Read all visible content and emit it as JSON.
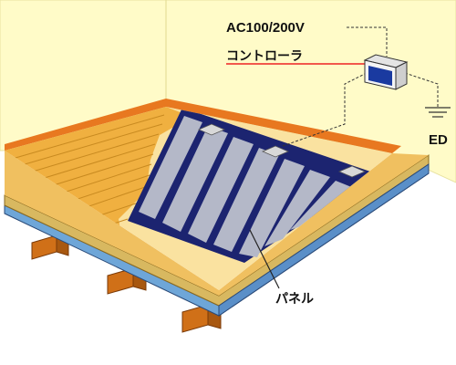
{
  "labels": {
    "power_supply": "AC100/200V",
    "controller": "コントローラ",
    "earth": "ED",
    "panel": "パネル"
  },
  "colors": {
    "background": "#ffffff",
    "wall": "#fffbc8",
    "wall_edge": "#e8e2a0",
    "baseboard": "#e87820",
    "flooring": "#f0b040",
    "flooring_lines": "#c88a20",
    "underlay": "#fae2a0",
    "insulation": "#d8b860",
    "base_board": "#6ea6d8",
    "joist": "#d07018",
    "panel_frame": "#1c2470",
    "heating_strip": "#b4b8c8",
    "terminal": "#d8d8d8",
    "controller_body": "#f4f4f4",
    "controller_screen": "#1a3aa0",
    "power_line": "#ee2222",
    "wire": "#333333"
  },
  "icons": [
    "controller-box-icon",
    "earth-ground-icon"
  ]
}
